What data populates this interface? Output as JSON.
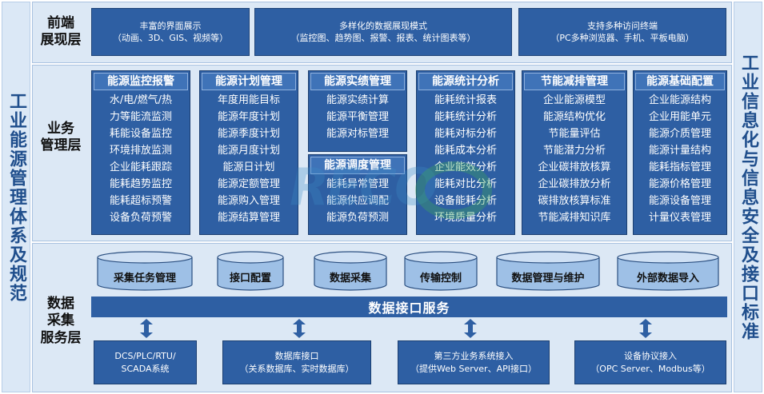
{
  "left_title": "工业能源管理体系及规范",
  "right_title": "工业信息化与信息安全及接口标准",
  "front_layer": {
    "label": "前端\n展现层",
    "boxes": [
      {
        "line1": "丰富的界面展示",
        "line2": "（动画、3D、GIS、视频等）"
      },
      {
        "line1": "多样化的数据展现模式",
        "line2": "（监控图、趋势图、报警、报表、统计图表等）"
      },
      {
        "line1": "支持多种访问终端",
        "line2": "（PC多种浏览器、手机、平板电脑）"
      }
    ]
  },
  "business_layer": {
    "label": "业务\n管理层",
    "modules": [
      {
        "title": "能源监控报警",
        "items": [
          "水/电/燃气/热",
          "力等能流监测",
          "耗能设备监控",
          "环境排放监测",
          "企业能耗跟踪",
          "能耗趋势监控",
          "能耗超标预警",
          "设备负荷预警"
        ]
      },
      {
        "title": "能源计划管理",
        "items": [
          "年度用能目标",
          "能源年度计划",
          "能源季度计划",
          "能源月度计划",
          "能源日计划",
          "能源定额管理",
          "能源购入管理",
          "能源结算管理"
        ]
      },
      {
        "title": "能源实绩管理",
        "items": [
          "能源实绩计算",
          "能源平衡管理",
          "能源对标管理"
        ]
      },
      {
        "title": "能源调度管理",
        "items": [
          "能耗异常管理",
          "能源供应调配",
          "能源负荷预测"
        ]
      },
      {
        "title": "能源统计分析",
        "items": [
          "能耗统计报表",
          "能耗统计分析",
          "能耗对标分析",
          "能耗成本分析",
          "企业能效分析",
          "能耗对比分析",
          "设备能耗分析",
          "环境质量分析"
        ]
      },
      {
        "title": "节能减排管理",
        "items": [
          "企业能源模型",
          "能源结构优化",
          "节能量评估",
          "节能潜力分析",
          "企业碳排放核算",
          "企业碳排放分析",
          "碳排放核算标准",
          "节能减排知识库"
        ]
      },
      {
        "title": "能源基础配置",
        "items": [
          "企业能源结构",
          "企业用能单元",
          "能源介质管理",
          "能源计量结构",
          "能耗指标管理",
          "能源价格管理",
          "能源设备管理",
          "计量仪表管理"
        ]
      }
    ]
  },
  "data_layer": {
    "label": "数据\n采集\n服务层",
    "cylinders": [
      "采集任务管理",
      "接口配置",
      "数据采集",
      "传输控制",
      "数据管理与维护",
      "外部数据导入"
    ],
    "banner": "数据接口服务",
    "sources": [
      {
        "line1": "DCS/PLC/RTU/",
        "line2": "SCADA系统"
      },
      {
        "line1": "数据库接口",
        "line2": "（关系数据库、实时数据库）"
      },
      {
        "line1": "第三方业务系统接入",
        "line2": "（提供Web Server、API接口）"
      },
      {
        "line1": "设备协议接入",
        "line2": "（OPC Server、Modbus等）"
      }
    ]
  },
  "colors": {
    "module_fill": "#2e5fa3",
    "layer_fill": "#dce8f5",
    "sidebar_text": "#1f4e8c"
  }
}
